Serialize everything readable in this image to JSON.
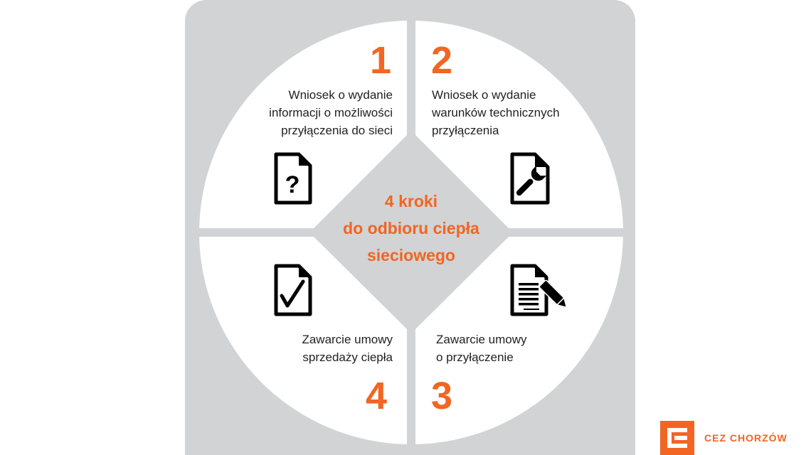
{
  "title": {
    "line1": "4 kroki",
    "line2": "do odbioru ciepła",
    "line3": "sieciowego"
  },
  "steps": [
    {
      "number": "1",
      "lines": [
        "Wniosek o wydanie",
        "informacji o możliwości",
        "przyłączenia do sieci"
      ],
      "icon": "document-question-icon"
    },
    {
      "number": "2",
      "lines": [
        "Wniosek o wydanie",
        "warunków technicznych",
        "przyłączenia"
      ],
      "icon": "document-wrench-icon"
    },
    {
      "number": "3",
      "lines": [
        "Zawarcie umowy",
        "o przyłączenie"
      ],
      "icon": "document-sign-icon"
    },
    {
      "number": "4",
      "lines": [
        "Zawarcie umowy",
        "sprzedaży ciepła"
      ],
      "icon": "document-check-icon"
    }
  ],
  "logo": {
    "text": "CEZ CHORZÓW",
    "icon": "cez-logo-icon"
  },
  "colors": {
    "accent": "#f26522",
    "panel": "#d1d3d4",
    "quadrant": "#ffffff",
    "text": "#231f20"
  }
}
